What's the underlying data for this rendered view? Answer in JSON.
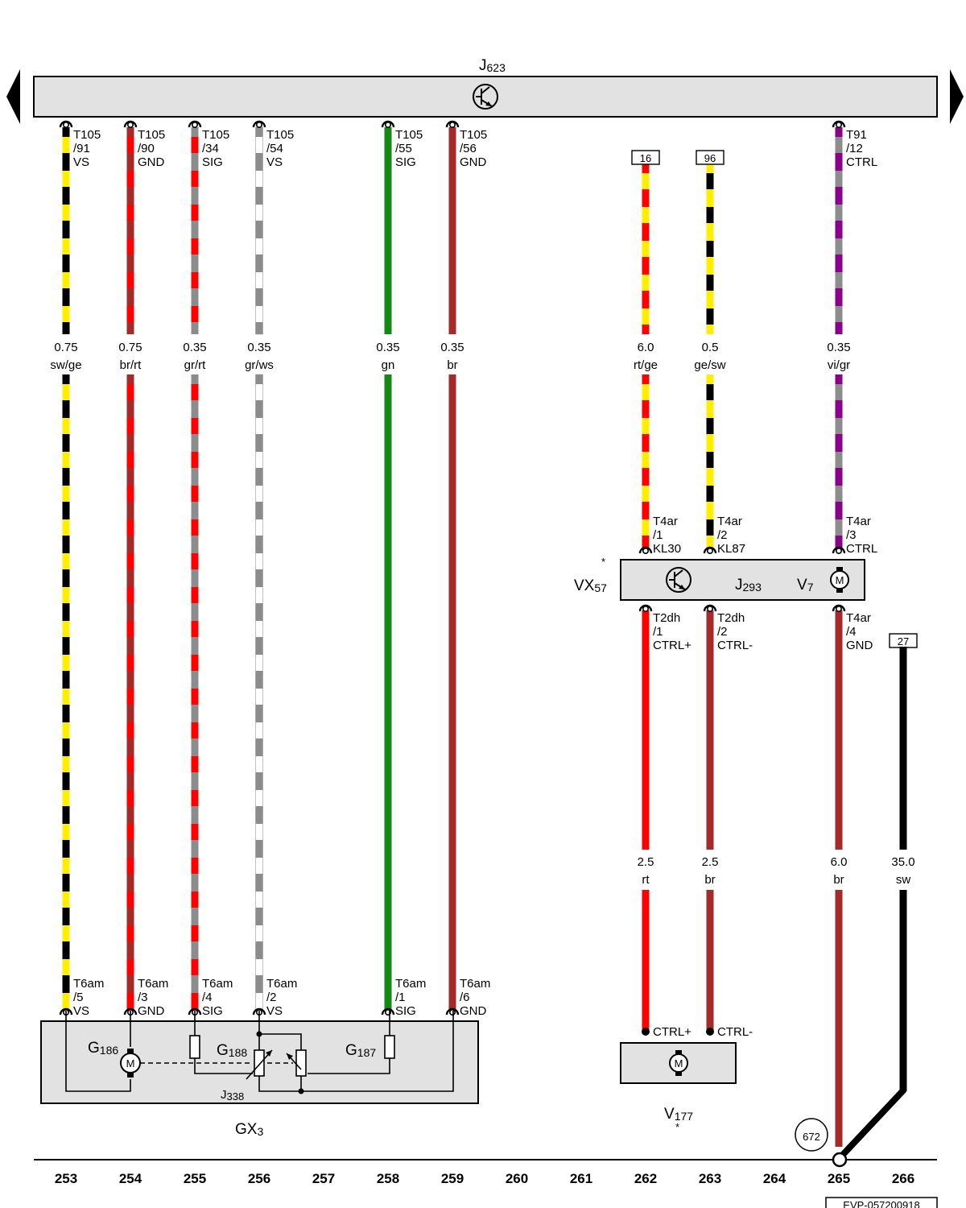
{
  "modules": {
    "top": {
      "name": "J",
      "sub": "623"
    },
    "vx57": {
      "name": "VX",
      "sub": "57",
      "star": "*",
      "relay": {
        "name": "J",
        "sub": "293"
      },
      "motor": {
        "name": "V",
        "sub": "7"
      },
      "motor_glyph": "M"
    },
    "gx3": {
      "name": "GX",
      "sub": "3",
      "inner": {
        "name": "J",
        "sub": "338"
      },
      "motor": {
        "name": "G",
        "sub": "186"
      },
      "pot1": {
        "name": "G",
        "sub": "188"
      },
      "pot2": {
        "name": "G",
        "sub": "187"
      },
      "motor_glyph": "M"
    },
    "v177": {
      "name": "V",
      "sub": "177",
      "star": "*",
      "motor_glyph": "M",
      "pin1": "CTRL+",
      "pin2": "CTRL-"
    }
  },
  "wires": [
    {
      "col": 253,
      "top_pin": [
        "T105",
        "/91",
        "VS"
      ],
      "bottom_pin": [
        "T6am",
        "/5",
        "VS"
      ],
      "size": "0.75",
      "color": "sw/ge",
      "base": "#000000",
      "stripe": "#ffee00"
    },
    {
      "col": 254,
      "top_pin": [
        "T105",
        "/90",
        "GND"
      ],
      "bottom_pin": [
        "T6am",
        "/3",
        "GND"
      ],
      "size": "0.75",
      "color": "br/rt",
      "base": "#a52a2a",
      "stripe": "#ff0000"
    },
    {
      "col": 255,
      "top_pin": [
        "T105",
        "/34",
        "SIG"
      ],
      "bottom_pin": [
        "T6am",
        "/4",
        "SIG"
      ],
      "size": "0.35",
      "color": "gr/rt",
      "base": "#8c8c8c",
      "stripe": "#ff0000"
    },
    {
      "col": 256,
      "top_pin": [
        "T105",
        "/54",
        "VS"
      ],
      "bottom_pin": [
        "T6am",
        "/2",
        "VS"
      ],
      "size": "0.35",
      "color": "gr/ws",
      "base": "#8c8c8c",
      "stripe": "#ffffff"
    },
    {
      "col": 258,
      "top_pin": [
        "T105",
        "/55",
        "SIG"
      ],
      "bottom_pin": [
        "T6am",
        "/1",
        "SIG"
      ],
      "size": "0.35",
      "color": "gn",
      "base": "#138a13",
      "stripe": ""
    },
    {
      "col": 259,
      "top_pin": [
        "T105",
        "/56",
        "GND"
      ],
      "bottom_pin": [
        "T6am",
        "/6",
        "GND"
      ],
      "size": "0.35",
      "color": "br",
      "base": "#a52a2a",
      "stripe": ""
    },
    {
      "col": 262,
      "ref_box": "16",
      "bottom_pin": [
        "T4ar",
        "/1",
        "KL30"
      ],
      "size": "6.0",
      "color": "rt/ge",
      "base": "#ff0000",
      "stripe": "#ffee00"
    },
    {
      "col": 263,
      "ref_box": "96",
      "bottom_pin": [
        "T4ar",
        "/2",
        "KL87"
      ],
      "size": "0.5",
      "color": "ge/sw",
      "base": "#ffee00",
      "stripe": "#000000"
    },
    {
      "col": 265,
      "top_pin": [
        "T91",
        "/12",
        "CTRL"
      ],
      "bottom_pin": [
        "T4ar",
        "/3",
        "CTRL"
      ],
      "size": "0.35",
      "color": "vi/gr",
      "base": "#8b008b",
      "stripe": "#8c8c8c"
    }
  ],
  "lower_wires": [
    {
      "col": 262,
      "top_pin": [
        "T2dh",
        "/1",
        "CTRL+"
      ],
      "size": "2.5",
      "color": "rt",
      "base": "#ff0000"
    },
    {
      "col": 263,
      "top_pin": [
        "T2dh",
        "/2",
        "CTRL-"
      ],
      "size": "2.5",
      "color": "br",
      "base": "#a52a2a"
    },
    {
      "col": 265,
      "top_pin": [
        "T4ar",
        "/4",
        "GND"
      ],
      "size": "6.0",
      "color": "br",
      "base": "#a52a2a"
    },
    {
      "col": 266,
      "ref_box": "27",
      "size": "35.0",
      "color": "sw",
      "base": "#000000"
    }
  ],
  "ground_point": "672",
  "columns": [
    "253",
    "254",
    "255",
    "256",
    "257",
    "258",
    "259",
    "260",
    "261",
    "262",
    "263",
    "264",
    "265",
    "266"
  ],
  "footer_id": "EVP-057200918"
}
